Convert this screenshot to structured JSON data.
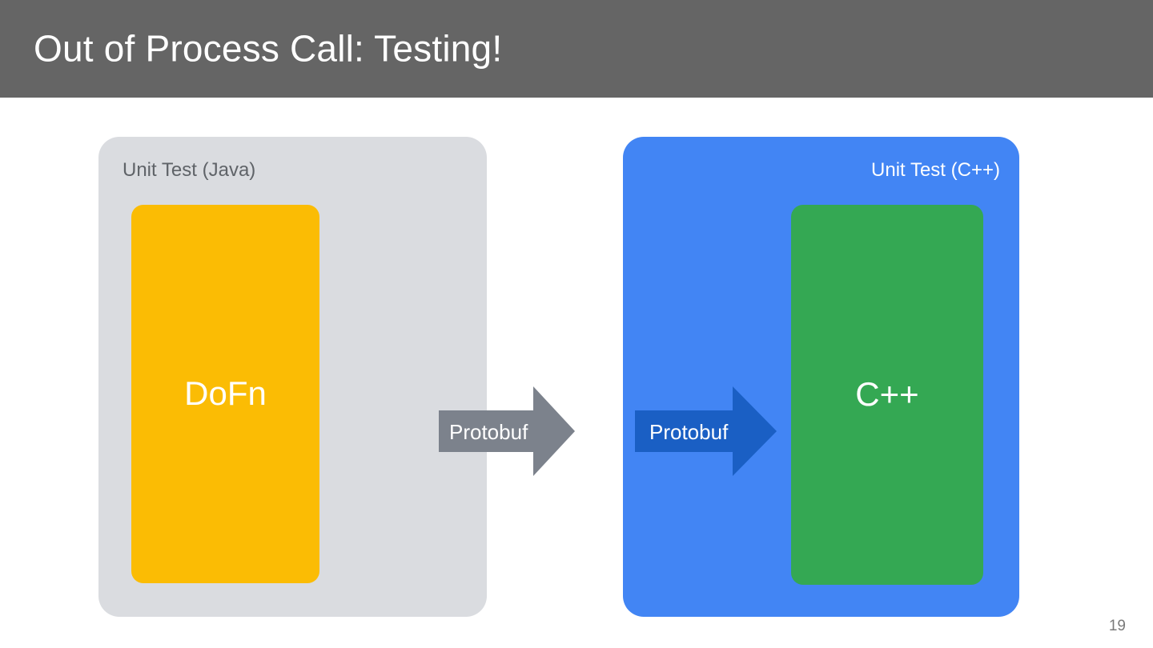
{
  "slide": {
    "title": "Out of Process Call: Testing!",
    "page_number": "19",
    "header_color": "#656565",
    "background_color": "#ffffff"
  },
  "panels": [
    {
      "id": "unit-test-java",
      "label": "Unit Test (Java)",
      "label_align": "left",
      "color": "#DADCE0",
      "label_color": "#5F6368",
      "box": {
        "label": "DoFn",
        "color": "#FBBC04",
        "text_color": "#ffffff"
      },
      "arrow": {
        "label": "Protobuf",
        "color": "#7C828C",
        "direction": "right",
        "text_color": "#ffffff"
      }
    },
    {
      "id": "unit-test-cpp",
      "label": "Unit Test (C++)",
      "label_align": "right",
      "color": "#4285F4",
      "label_color": "#ffffff",
      "box": {
        "label": "C++",
        "color": "#34A853",
        "text_color": "#ffffff"
      },
      "arrow": {
        "label": "Protobuf",
        "color": "#1A5FC4",
        "direction": "right",
        "text_color": "#ffffff"
      }
    }
  ]
}
